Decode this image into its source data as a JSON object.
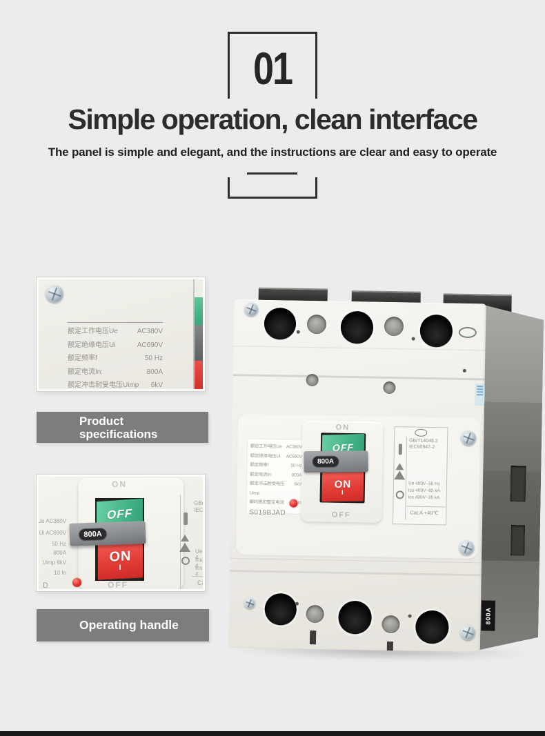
{
  "header": {
    "section_number": "01",
    "title": "Simple operation, clean interface",
    "subtitle": "The panel is simple and elegant, and the instructions are clear and easy to operate"
  },
  "callouts": {
    "specifications": "Product specifications",
    "handle": "Operating handle"
  },
  "breaker": {
    "model": "S019BJAD",
    "spec_rows": [
      {
        "name": "额定工作电压Ue",
        "value": "AC380V"
      },
      {
        "name": "额定绝缘电压Ui",
        "value": "AC690V"
      },
      {
        "name": "额定频率f",
        "value": "50 Hz"
      },
      {
        "name": "额定电流In:",
        "value": "800A"
      },
      {
        "name": "额定冲击耐受电压Uimp",
        "value": "6kV"
      },
      {
        "name": "瞬时脱扣整定电流",
        "value": "10 In"
      }
    ],
    "switch": {
      "off_label": "OFF",
      "on_label": "ON",
      "on_mark": "I",
      "rating_badge": "800A",
      "plate_top_mark": "ON",
      "plate_bottom_mark": "OFF"
    },
    "cert_label": {
      "standard_line1": "GB/T14048.2",
      "standard_line2": "IEC60947-2",
      "rating_lines": [
        "Ue 400V~50 Hz",
        "Icu 400V~65 kA",
        "Ics 400V~35 kA"
      ],
      "category_line": "Cat.A +40℃"
    },
    "side_label": "800A"
  },
  "handle_photo_partials": {
    "left_column": [
      "Ue AC380V",
      "Ui AC690V",
      "50 Hz",
      "800A",
      "Uimp 6kV",
      "10 In"
    ],
    "model_partial": "D",
    "right_top": [
      "GB/",
      "IEC6"
    ],
    "right_ratings": [
      "Ue 4",
      "Icu 4",
      "Ics 4"
    ],
    "right_cat": "Ca"
  },
  "colors": {
    "page_background": "#ececec",
    "ink": "#2c2c2c",
    "callout_gray": "#7d7d7d",
    "off_green": "#3fb184",
    "on_red": "#e23a35",
    "handle_gray": "#8b8e91",
    "badge_black": "#2b2b2d",
    "body_white": "#f0eee8",
    "side_gray": "#7a7a76"
  }
}
